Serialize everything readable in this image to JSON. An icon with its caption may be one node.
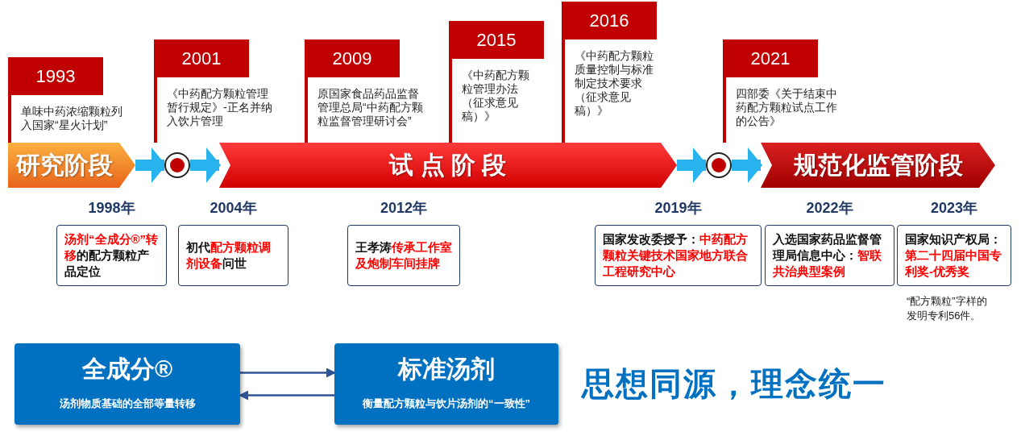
{
  "diagram": {
    "nodes": [
      {
        "text": [
          "1993",
          "单味中药浓缩颗粒列入国家“星火计划”"
        ]
      },
      {
        "text": [
          "2001",
          "《中药配方颗粒管理暂行规定》-正名并纳入饮片管理"
        ]
      },
      {
        "text": [
          "2009",
          "原国家食品药品监督管理总局“中药配方颗粒监督管理研讨会”"
        ]
      },
      {
        "text": [
          "2015",
          "《中药配方颗粒管理办法（征求意见稿）》"
        ]
      },
      {
        "text": [
          "2016",
          "《中药配方颗粒质量控制与标准制定技术要求（征求意见稿）》"
        ]
      },
      {
        "text": [
          "2021",
          "四部委《关于结束中药配方颗粒试点工作的公告》"
        ]
      },
      {
        "text": [
          "研究阶段"
        ]
      },
      {
        "text": [],
        "shape": "circle"
      },
      {
        "text": [
          "试 点 阶 段"
        ]
      },
      {
        "text": [],
        "shape": "circle"
      },
      {
        "text": [
          "规范化监管阶段"
        ]
      },
      {
        "text": [
          "1998年",
          "汤剂“全成分®”转移的配方颗粒产品定位"
        ]
      },
      {
        "text": [
          "2004年",
          "初代配方颗粒调剂设备问世"
        ]
      },
      {
        "text": [
          "2012年",
          "王孝涛传承工作室及炮制车间挂牌"
        ]
      },
      {
        "text": [
          "2019年",
          "国家发改委授予：中药配方颗粒关键技术国家地方联合工程研究中心"
        ]
      },
      {
        "text": [
          "2022年",
          "入选国家药品监督管理局信息中心：智联共治典型案例"
        ]
      },
      {
        "text": [
          "2023年",
          "国家知识产权局：第二十四届中国专利奖-优秀奖"
        ],
        "beside": [
          "“配方颗粒”字样的发明专利56件。"
        ]
      },
      {
        "text": [
          "全成分®",
          "汤剂物质基础的全部等量转移"
        ]
      },
      {
        "text": [
          "标准汤剂",
          "衡量配方颗粒与饮片汤剂的“一致性”"
        ]
      }
    ],
    "edges": [
      {
        "from": 6,
        "to": 7,
        "arrow": "to"
      },
      {
        "from": 7,
        "to": 8,
        "arrow": "to"
      },
      {
        "from": 8,
        "to": 9,
        "arrow": "to"
      },
      {
        "from": 9,
        "to": 10,
        "arrow": "to"
      },
      {
        "from": 17,
        "to": 18,
        "arrow": "to",
        "color": "#2f5597"
      },
      {
        "from": 18,
        "to": 17,
        "arrow": "to",
        "color": "#2f5597"
      }
    ],
    "labels": [
      "思想同源，理念统一"
    ]
  }
}
